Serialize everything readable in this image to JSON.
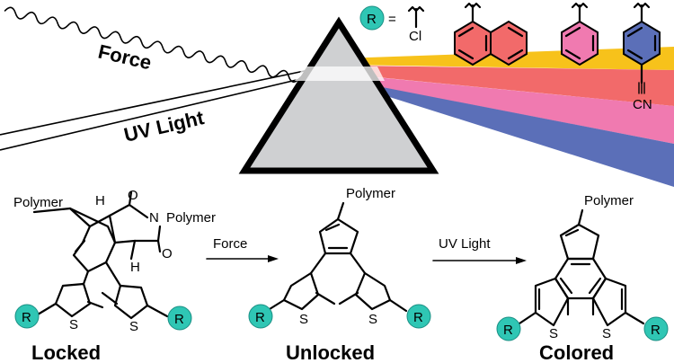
{
  "header": {
    "force_label": "Force",
    "uv_label": "UV Light",
    "r_symbol": "R",
    "r_equals": "=",
    "cl_label": "Cl",
    "cn_label": "CN"
  },
  "beams": {
    "colors": [
      "#f7c21b",
      "#f26a6a",
      "#f07ab0",
      "#5b6fb8"
    ]
  },
  "substituent_colors": {
    "naphthyl": "#f26a6a",
    "phenyl": "#f07ab0",
    "cyanophenyl": "#5b6fb8",
    "r_marker": "#2fc6b4"
  },
  "scheme": {
    "locked": {
      "name": "Locked",
      "polymer_left": "Polymer",
      "polymer_right": "Polymer",
      "h_top": "H",
      "h_bottom": "H",
      "n": "N",
      "o1": "O",
      "o2": "O",
      "s1": "S",
      "s2": "S",
      "r1": "R",
      "r2": "R"
    },
    "arrow1": "Force",
    "unlocked": {
      "name": "Unlocked",
      "polymer": "Polymer",
      "s1": "S",
      "s2": "S",
      "r1": "R",
      "r2": "R"
    },
    "arrow2": "UV Light",
    "colored": {
      "name": "Colored",
      "polymer": "Polymer",
      "s1": "S",
      "s2": "S",
      "r1": "R",
      "r2": "R"
    }
  }
}
